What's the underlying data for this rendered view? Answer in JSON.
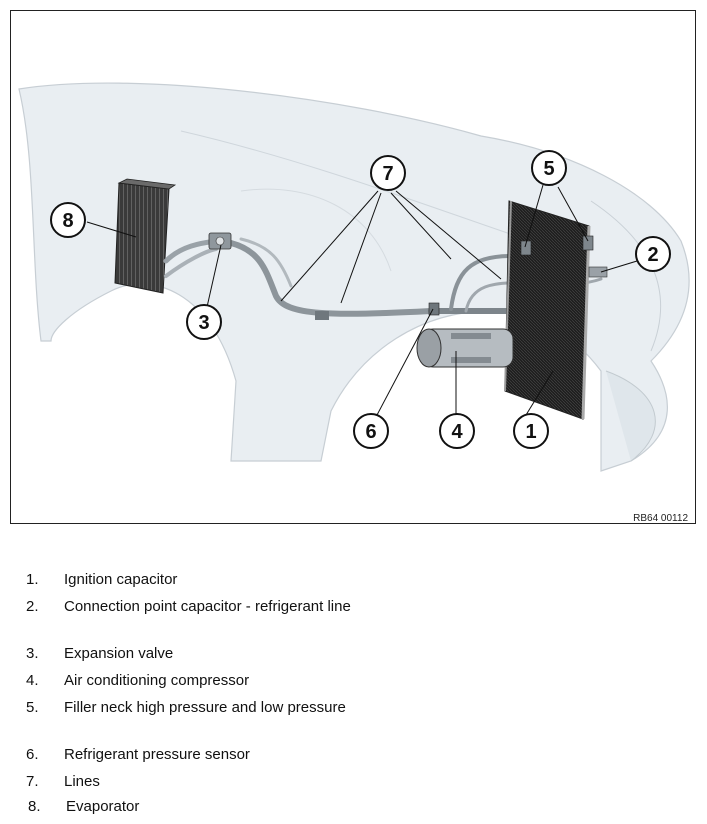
{
  "figure": {
    "reference_code": "RB64 00112",
    "callouts": [
      "1",
      "2",
      "3",
      "4",
      "5",
      "6",
      "7",
      "8"
    ]
  },
  "legend": {
    "items": [
      {
        "number": "1.",
        "text": "Ignition capacitor"
      },
      {
        "number": "2.",
        "text": "Connection point capacitor - refrigerant line"
      },
      {
        "number": "3.",
        "text": "Expansion valve"
      },
      {
        "number": "4.",
        "text": "Air conditioning compressor"
      },
      {
        "number": "5.",
        "text": "Filler neck high pressure and low pressure"
      },
      {
        "number": "6.",
        "text": "Refrigerant pressure sensor"
      },
      {
        "number": "7.",
        "text": "Lines"
      },
      {
        "number": "8.",
        "text": "Evaporator"
      }
    ]
  }
}
